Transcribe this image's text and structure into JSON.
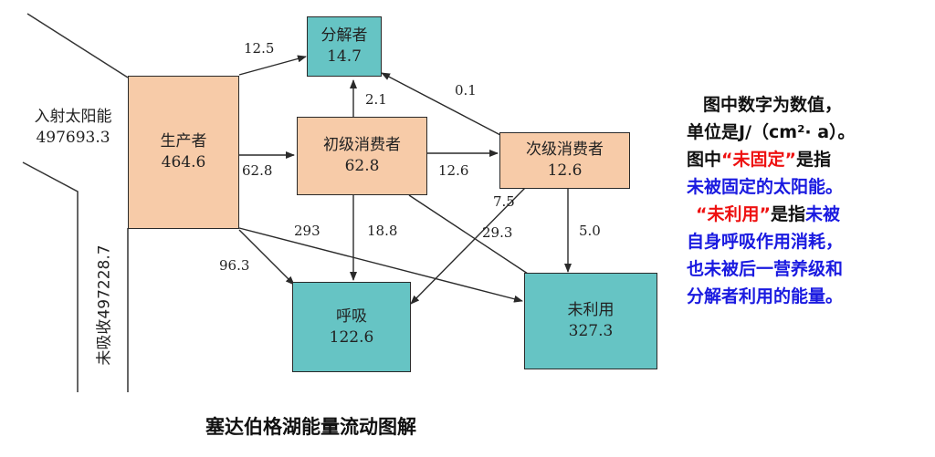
{
  "diagram": {
    "boxes": {
      "decomposer": {
        "name": "分解者",
        "value": "14.7"
      },
      "producer": {
        "name": "生产者",
        "value": "464.6"
      },
      "primary": {
        "name": "初级消费者",
        "value": "62.8"
      },
      "secondary": {
        "name": "次级消费者",
        "value": "12.6"
      },
      "respiration": {
        "name": "呼吸",
        "value": "122.6"
      },
      "unused": {
        "name": "未利用",
        "value": "327.3"
      }
    },
    "flows": {
      "producer_to_decomposer": "12.5",
      "primary_to_decomposer": "2.1",
      "secondary_to_decomposer": "0.1",
      "producer_to_primary": "62.8",
      "primary_to_secondary": "12.6",
      "secondary_to_respiration": "7.5",
      "producer_to_unused": "293",
      "primary_to_respiration": "18.8",
      "primary_to_unused": "29.3",
      "secondary_to_unused": "5.0",
      "producer_to_respiration": "96.3"
    },
    "solar_input_label": "入射太阳能",
    "solar_input_value": "497693.3",
    "unabsorbed_label": "未吸收497228.7",
    "caption": "塞达伯格湖能量流动图解"
  },
  "note": {
    "line1": "图中数字为数值，",
    "line2": "单位是J/（cm²· a）。",
    "line3_a": "图中",
    "line3_b": "“未固定”",
    "line3_c": "是指",
    "line4": "未被固定的太阳能。",
    "line5_a": "“未利用”",
    "line5_b": "是指",
    "line5_c": "未被",
    "line6": "自身呼吸作用消耗，",
    "line7": "也未被后一营养级和",
    "line8": "分解者利用的能量。"
  },
  "colors": {
    "producer_fill": "#f7cba8",
    "sink_fill": "#66c4c4",
    "note_red": "#ee1111",
    "note_blue": "#1a1ae0"
  }
}
